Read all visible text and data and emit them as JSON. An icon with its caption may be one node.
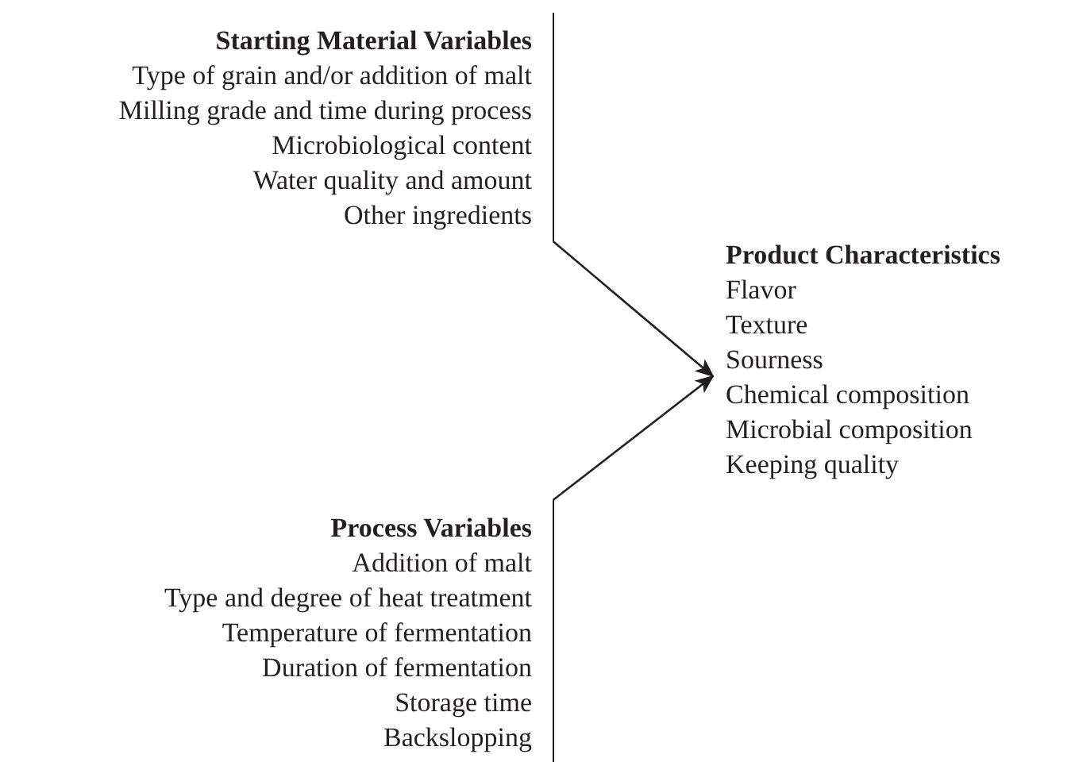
{
  "diagram": {
    "nodes": [
      {
        "text": [
          "Starting Material Variables",
          "Type of grain and/or addition of malt",
          "Milling grade and time during process",
          "Microbiological content",
          "Water quality and amount",
          "Other ingredients"
        ]
      },
      {
        "text": [
          "Process Variables",
          "Addition of malt",
          "Type and degree of heat treatment",
          "Temperature of fermentation",
          "Duration  of fermentation",
          "Storage time",
          "Backslopping"
        ]
      },
      {
        "text": [
          "Product Characteristics",
          "Flavor",
          "Texture",
          "Sourness",
          "Chemical composition",
          "Microbial composition",
          "Keeping quality"
        ]
      }
    ],
    "edges": [
      {
        "from": 0,
        "to": 2,
        "arrow": "to"
      },
      {
        "from": 1,
        "to": 2,
        "arrow": "to"
      }
    ]
  }
}
